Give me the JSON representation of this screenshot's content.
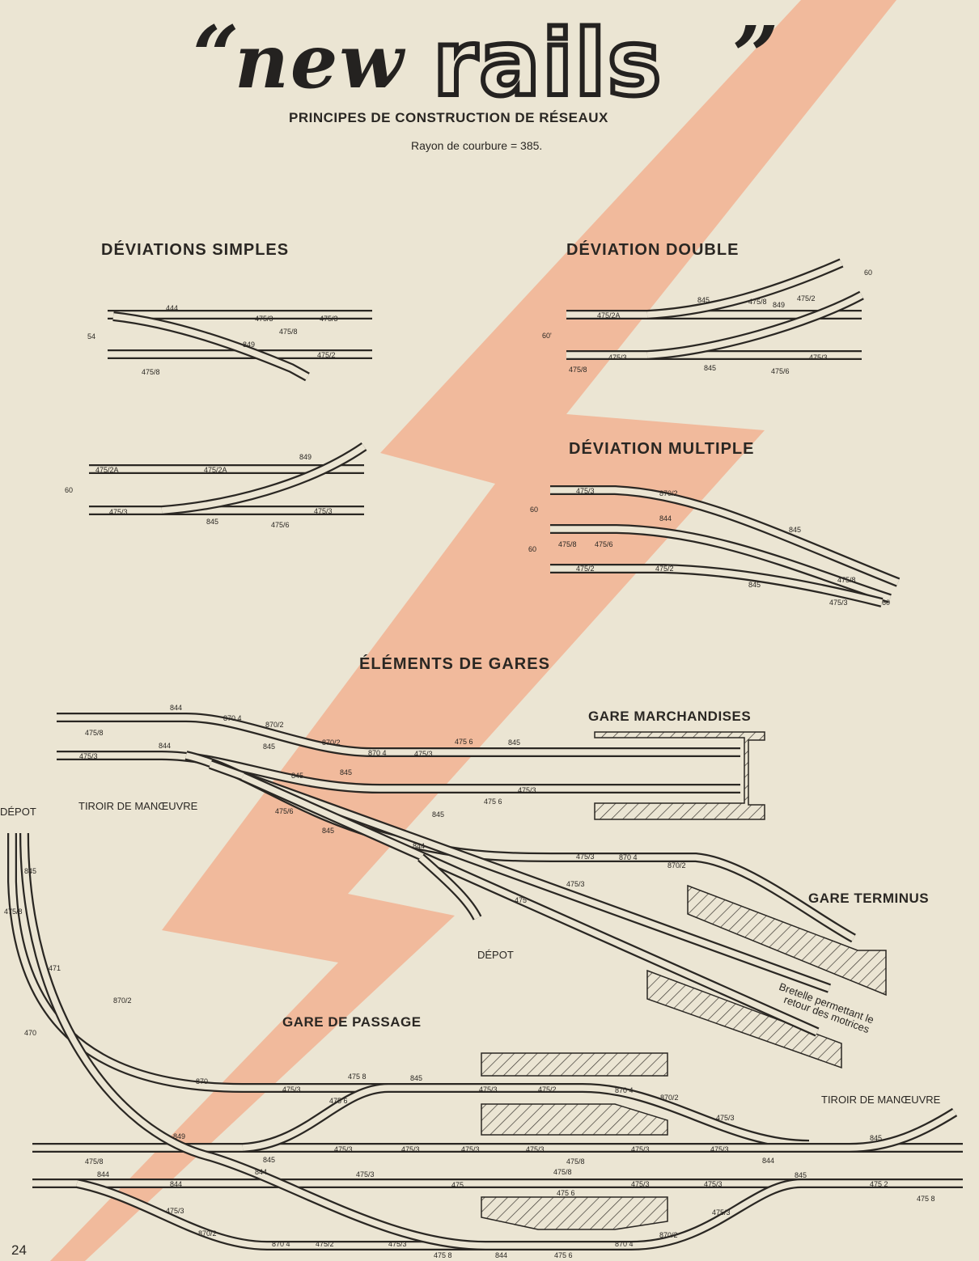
{
  "header": {
    "open_quote": "“",
    "title_word1": "new",
    "title_word2": "rails",
    "close_quote": "”",
    "subtitle": "PRINCIPES DE CONSTRUCTION DE RÉSEAUX",
    "radius_note": "Rayon de courbure = 385."
  },
  "sections": {
    "deviations_simples": "DÉVIATIONS SIMPLES",
    "deviation_double": "DÉVIATION DOUBLE",
    "deviation_multiple": "DÉVIATION MULTIPLE",
    "elements_de_gares": "ÉLÉMENTS DE GARES",
    "gare_marchandises": "GARE MARCHANDISES",
    "gare_terminus": "GARE TERMINUS",
    "gare_de_passage": "GARE DE PASSAGE"
  },
  "annotations": {
    "tiroir_1": "TIROIR DE MANŒUVRE",
    "tiroir_2": "TIROIR DE MANŒUVRE",
    "depot_1": "DÉPOT",
    "depot_2": "DÉPOT",
    "bretelle_line1": "Bretelle permettant le",
    "bretelle_line2": "retour des motrices"
  },
  "track_labels": [
    "444",
    "475/3",
    "475/3",
    "475/8",
    "54",
    "849",
    "475/2",
    "475/8",
    "475/2A",
    "475/2A",
    "849",
    "60",
    "475/3",
    "845",
    "475/6",
    "475/3",
    "475/8",
    "475/2",
    "60",
    "845",
    "849",
    "475/2A",
    "60'",
    "475/3",
    "475/3",
    "475/8",
    "845",
    "475/6",
    "475/3",
    "870/2",
    "60",
    "844",
    "845",
    "475/8",
    "475/6",
    "60",
    "475/2",
    "475/2",
    "845",
    "475/8",
    "475/3",
    "60",
    "844",
    "870 4",
    "870/2",
    "475/8",
    "475/3",
    "844",
    "845",
    "870/2",
    "870 4",
    "475/3",
    "475 6",
    "845",
    "845",
    "845",
    "475/3",
    "475 6",
    "475/6",
    "845",
    "844",
    "845",
    "475/3",
    "870 4",
    "870/2",
    "475/3",
    "475",
    "845",
    "475/8",
    "471",
    "870/2",
    "870",
    "475/3",
    "475 8",
    "475 6",
    "845",
    "475/3",
    "475/2",
    "870 4",
    "870/2",
    "475/3",
    "849",
    "475/8",
    "845",
    "475/3",
    "475/3",
    "475/3",
    "475/3",
    "475/8",
    "475/3",
    "475/3",
    "844",
    "845",
    "844",
    "844",
    "475/3",
    "844",
    "475",
    "475/8",
    "475 6",
    "475/3",
    "475/3",
    "845",
    "475 2",
    "475 8",
    "475/3",
    "870/2",
    "870 4",
    "475/2",
    "475/3",
    "475 8",
    "844",
    "475 6",
    "870 4",
    "870/2",
    "475/3",
    "470"
  ],
  "page_number": "24"
}
